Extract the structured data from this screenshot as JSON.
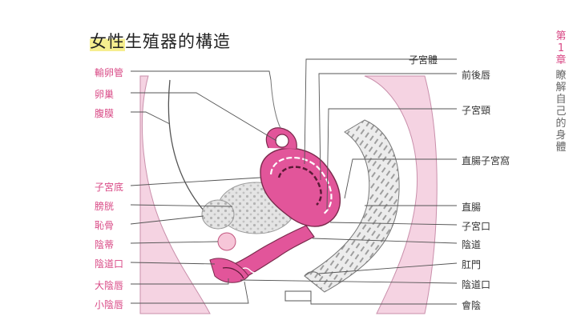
{
  "title": {
    "highlight": "女性",
    "rest": "生殖器的構造"
  },
  "chapter": {
    "label": "第",
    "number": "1",
    "unit": "章",
    "name": "瞭解自己的身體"
  },
  "labels_left": [
    "輸卵管",
    "卵巢",
    "腹膜",
    "子宮底",
    "膀胱",
    "恥骨",
    "陰蒂",
    "陰道口",
    "大陰唇",
    "小陰唇"
  ],
  "labels_right": [
    "子宮體",
    "前後唇",
    "子宮頸",
    "直腸子宮窩",
    "直腸",
    "子宮口",
    "陰道",
    "肛門",
    "陰道口",
    "會陰"
  ],
  "colors": {
    "accent": "#d94a86",
    "tissue": "#f5d3e2",
    "organ": "#e2559a",
    "highlight": "#f6ee8f"
  }
}
